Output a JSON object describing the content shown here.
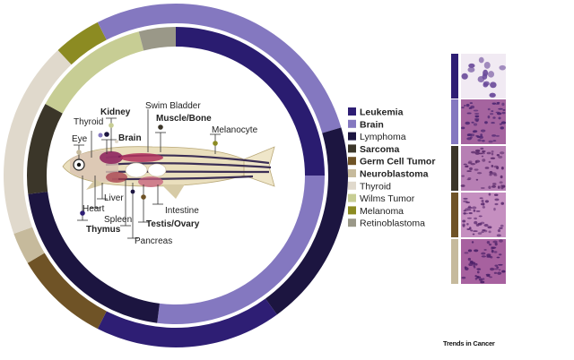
{
  "outer_ring": [
    {
      "name": "Leukemia",
      "color": "#8478c0",
      "frac": 0.205
    },
    {
      "name": "Lymphoma",
      "color": "#1c1540",
      "frac": 0.195
    },
    {
      "name": "Leukemia",
      "color": "#2e1e74",
      "frac": 0.175
    },
    {
      "name": "Germ Cell Tumor",
      "color": "#6f5326",
      "frac": 0.09
    },
    {
      "name": "Neuroblastoma",
      "color": "#c6ba9c",
      "frac": 0.03
    },
    {
      "name": "Thyroid",
      "color": "#e0d9cc",
      "frac": 0.185
    },
    {
      "name": "Melanoma",
      "color": "#8c8b22",
      "frac": 0.045
    },
    {
      "name": "Brain",
      "color": "#8478c0",
      "frac": 0.075
    }
  ],
  "inner_ring": [
    {
      "name": "Leukemia",
      "color": "#2a1c70",
      "frac": 0.25
    },
    {
      "name": "Brain",
      "color": "#8478c0",
      "frac": 0.27
    },
    {
      "name": "Lymphoma",
      "color": "#1c1540",
      "frac": 0.21
    },
    {
      "name": "Sarcoma",
      "color": "#3b3629",
      "frac": 0.1
    },
    {
      "name": "Wilms Tumor",
      "color": "#c7cd94",
      "frac": 0.13
    },
    {
      "name": "Retinoblastoma",
      "color": "#9a9888",
      "frac": 0.04
    }
  ],
  "organ_labels": {
    "kidney": "Kidney",
    "swim_bladder": "Swim Bladder",
    "thyroid": "Thyroid",
    "muscle_bone": "Muscle/Bone",
    "melanocyte": "Melanocyte",
    "eye": "Eye",
    "brain": "Brain",
    "liver": "Liver",
    "intestine": "Intestine",
    "heart": "Heart",
    "spleen": "Spleen",
    "testis_ovary": "Testis/Ovary",
    "thymus": "Thymus",
    "pancreas": "Pancreas"
  },
  "legend": [
    {
      "label": "Leukemia",
      "color": "#2e1e74",
      "bold": true
    },
    {
      "label": "Brain",
      "color": "#8478c0",
      "bold": true
    },
    {
      "label": "Lymphoma",
      "color": "#1c1540",
      "bold": false
    },
    {
      "label": "Sarcoma",
      "color": "#3b3629",
      "bold": true
    },
    {
      "label": "Germ Cell Tumor",
      "color": "#6f5326",
      "bold": true
    },
    {
      "label": "Neuroblastoma",
      "color": "#c6ba9c",
      "bold": true
    },
    {
      "label": "Thyroid",
      "color": "#e0d9cc",
      "bold": false
    },
    {
      "label": "Wilms Tumor",
      "color": "#c7cd94",
      "bold": false
    },
    {
      "label": "Melanoma",
      "color": "#8c8b22",
      "bold": false
    },
    {
      "label": "Retinoblastoma",
      "color": "#9a9888",
      "bold": false
    }
  ],
  "histology_panels": [
    {
      "name": "leukemia-histology",
      "bar": "#2e1e74",
      "bg": "#f1eaf3",
      "cell": "#6a4a9a"
    },
    {
      "name": "brain-histology",
      "bar": "#8478c0",
      "bg": "#a5649f",
      "cell": "#4a2470"
    },
    {
      "name": "sarcoma-histology",
      "bar": "#3b3629",
      "bg": "#b77fb4",
      "cell": "#5a2a6a"
    },
    {
      "name": "germ-cell-histology",
      "bar": "#6f5326",
      "bg": "#c58fc0",
      "cell": "#5d2d70"
    },
    {
      "name": "neuroblastoma-histology",
      "bar": "#c6ba9c",
      "bg": "#a7619f",
      "cell": "#4b2068"
    }
  ],
  "footer": {
    "brand": "Trends in Cancer"
  }
}
